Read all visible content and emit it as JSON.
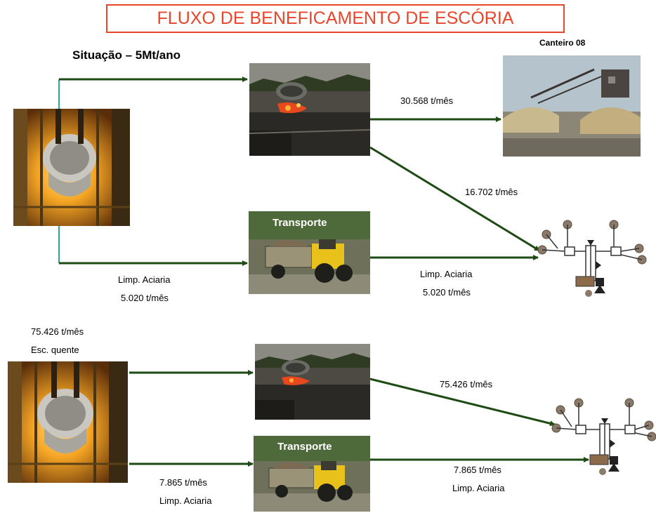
{
  "title": "FLUXO DE BENEFICAMENTO DE ESCÓRIA",
  "subtitle": "Situação – 5Mt/ano",
  "canteiro_label": "Canteiro 08",
  "transport_label": "Transporte",
  "flows": {
    "top_to_canteiro": "30.568 t/mês",
    "top_to_plant": "16.702 t/mês",
    "top_limp_label": "Limp. Aciaria",
    "top_limp_value": "5.020 t/mês",
    "top_transport_label": "Limp. Aciaria",
    "top_transport_value": "5.020 t/mês",
    "bottom_in_value": "75.426 t/mês",
    "bottom_in_label": "Esc. quente",
    "bottom_to_plant": "75.426 t/mês",
    "bottom_limp_value": "7.865 t/mês",
    "bottom_limp_label": "Limp. Aciaria",
    "bottom_transport_value": "7.865 t/mês",
    "bottom_transport_label": "Limp. Aciaria"
  },
  "colors": {
    "title": "#e8462a",
    "arrow": "#1e4a14",
    "bracket": "#2aa6a6"
  }
}
